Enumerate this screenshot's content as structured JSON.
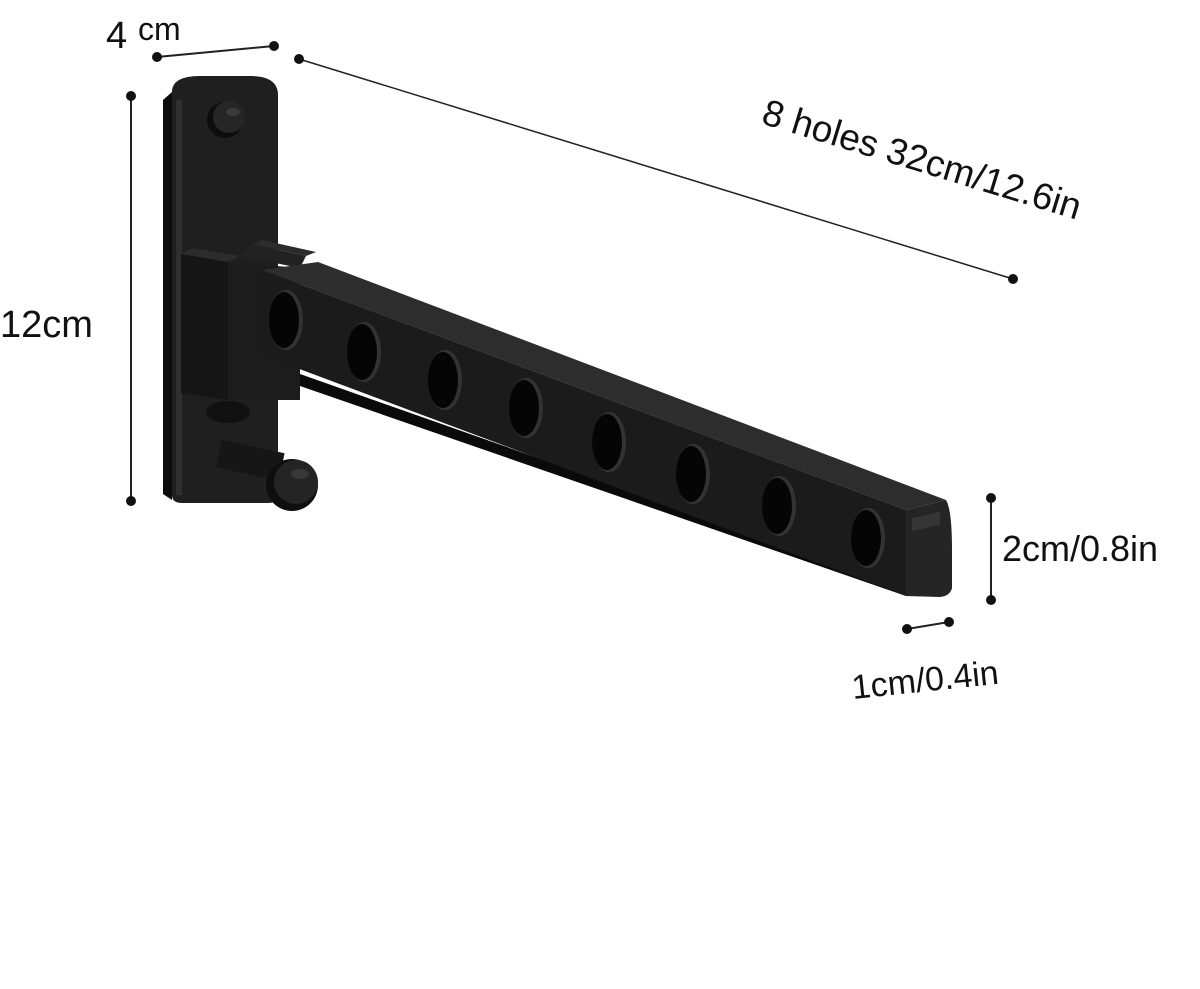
{
  "diagram": {
    "subject": "folding wall-mounted clothes drying rack arm",
    "colors": {
      "background": "#ffffff",
      "metal": "#1b1b1b",
      "metal_highlight": "#3a3a3a",
      "metal_top": "#2a2a2a",
      "hole": "#050505",
      "line": "#222222"
    },
    "hole_count": 8,
    "labels": {
      "width_value": "4",
      "width_unit": "cm",
      "height": "12cm",
      "length": "8 holes 32cm/12.6in",
      "bar_height": "2cm/0.8in",
      "bar_thickness": "1cm/0.4in"
    }
  }
}
